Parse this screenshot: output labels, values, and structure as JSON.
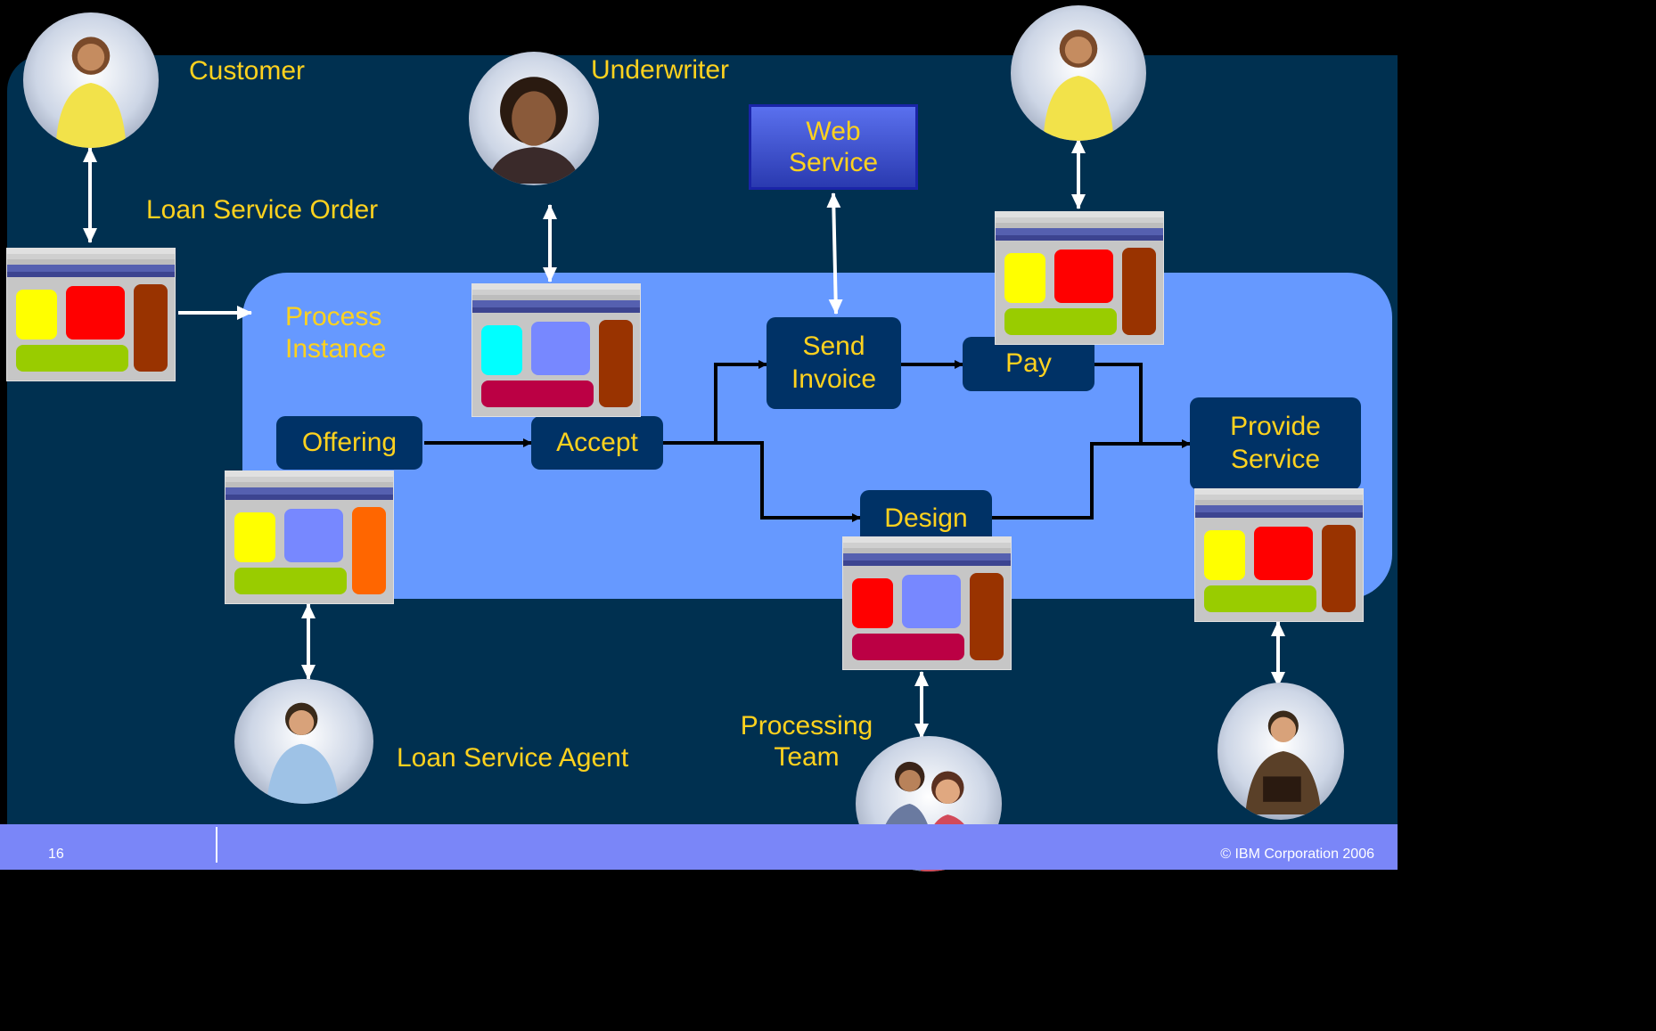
{
  "title": "",
  "labels": {
    "customer": "Customer",
    "underwriter": "Underwriter",
    "loan_service_order": "Loan Service Order",
    "process_instance": "Process Instance",
    "loan_service_agent": "Loan Service Agent",
    "processing_team": "Processing Team"
  },
  "tasks": {
    "offering": "Offering",
    "accept": "Accept",
    "send_invoice": "Send Invoice",
    "pay": "Pay",
    "design": "Design",
    "provide_service": "Provide Service",
    "web_service": "Web Service"
  },
  "footer": {
    "page_number": "16",
    "copyright": "© IBM Corporation 2006"
  },
  "colors": {
    "background": "#003050",
    "process_area": "#6699ff",
    "task_fill": "#003266",
    "label_text": "#ffd21e",
    "footer": "#7a86f8"
  },
  "icons": [
    "person-avatar",
    "screen-form-icon",
    "arrow-icon"
  ]
}
